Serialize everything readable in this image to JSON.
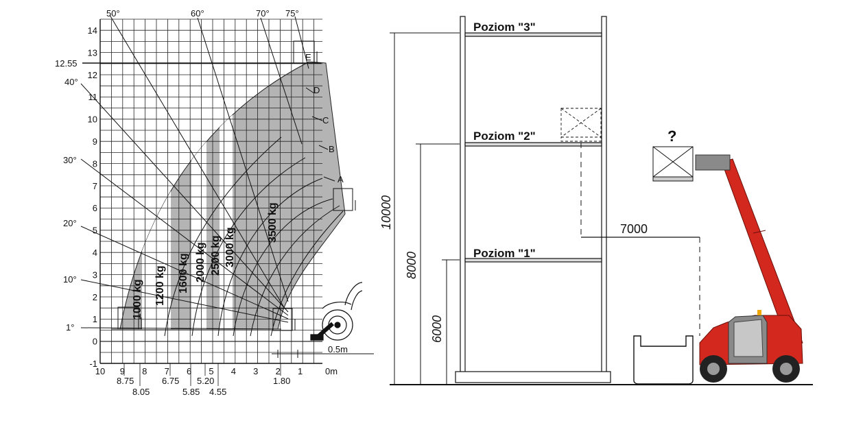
{
  "load_chart": {
    "y_axis_ticks": [
      "-1",
      "0",
      "1",
      "2",
      "3",
      "4",
      "5",
      "6",
      "7",
      "8",
      "9",
      "10",
      "11",
      "12",
      "13",
      "14"
    ],
    "y_axis_marker": "12.55",
    "x_axis_ticks": [
      "10",
      "9",
      "8",
      "7",
      "6",
      "5",
      "4",
      "3",
      "2",
      "1",
      "0m"
    ],
    "x_axis_extra_labels": [
      "8.75",
      "8.05",
      "6.75",
      "5.85",
      "5.20",
      "4.55",
      "1.80"
    ],
    "angle_labels_top": [
      "50°",
      "60°",
      "70°",
      "75°"
    ],
    "angle_labels_left": [
      "40°",
      "30°",
      "20°",
      "10°",
      "1°"
    ],
    "boom_extension_labels": [
      "A",
      "B",
      "C",
      "D",
      "E"
    ],
    "load_zones": [
      "1000 kg",
      "1200 kg",
      "1600 kg",
      "2000 kg",
      "2500 kg",
      "3000 kg",
      "3500 kg"
    ],
    "scale_label": "0.5m"
  },
  "rack": {
    "levels": [
      "Poziom \"1\"",
      "Poziom \"2\"",
      "Poziom \"3\""
    ],
    "heights": [
      "6000",
      "8000",
      "10000"
    ],
    "reach": "7000",
    "question": "?"
  },
  "colors": {
    "grid": "#222222",
    "zone_gray": "#b4b4b4",
    "boom_red": "#d2281e",
    "machine_gray": "#7a7a7a"
  }
}
